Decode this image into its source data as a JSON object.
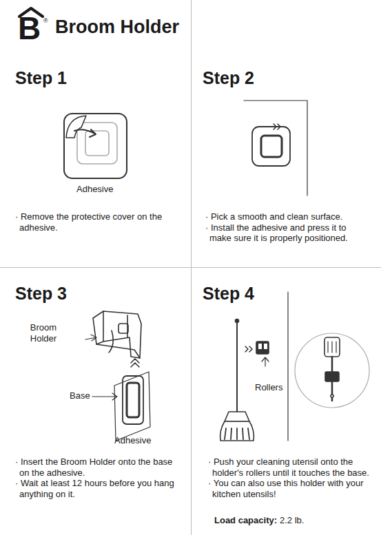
{
  "diagram": {
    "title": "Broom Holder",
    "nodes": [
      {
        "text": [
          "Step 1",
          "· Remove the protective cover on the adhesive."
        ]
      },
      {
        "text": [
          "Step 2",
          "· Pick a smooth and clean surface.",
          "· Install the adhesive and press it to make sure it is properly positioned."
        ]
      },
      {
        "text": [
          "Step 3",
          "· Insert the Broom Holder onto the base on the adhesive.",
          "· Wait at least 12 hours before you hang anything on it."
        ]
      },
      {
        "text": [
          "Step 4",
          "· Push your cleaning utensil onto the holder's rollers until it touches the base.",
          "· You can also use this holder with your kitchen utensils!"
        ]
      }
    ],
    "labels": [
      "B",
      "®",
      "Adhesive",
      "Broom Holder",
      "Base",
      "Adhesive",
      "Rollers",
      "Load capacity:",
      "2.2 lb."
    ]
  }
}
